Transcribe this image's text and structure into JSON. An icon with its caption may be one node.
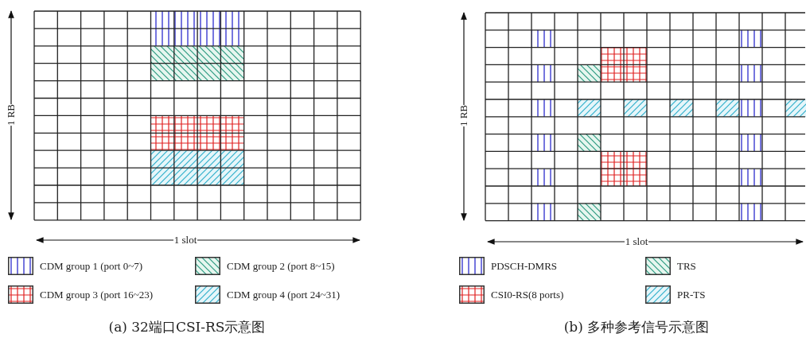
{
  "diagram": {
    "labels": [
      "1 RB",
      "1 RB",
      "1 slot",
      "1 slot",
      "(a) 32端口CSI-RS示意图",
      "(b) 多种参考信号示意图"
    ],
    "legend": [
      {
        "text": "CDM group 1 (port 0~7)"
      },
      {
        "text": "CDM group 2 (port 8~15)"
      },
      {
        "text": "CDM group 3 (port 16~23)"
      },
      {
        "text": "CDM group 4 (port 24~31)"
      },
      {
        "text": "PDSCH-DMRS"
      },
      {
        "text": "TRS"
      },
      {
        "text": "CSI0-RS(8 ports)"
      },
      {
        "text": "PR-TS"
      }
    ]
  }
}
